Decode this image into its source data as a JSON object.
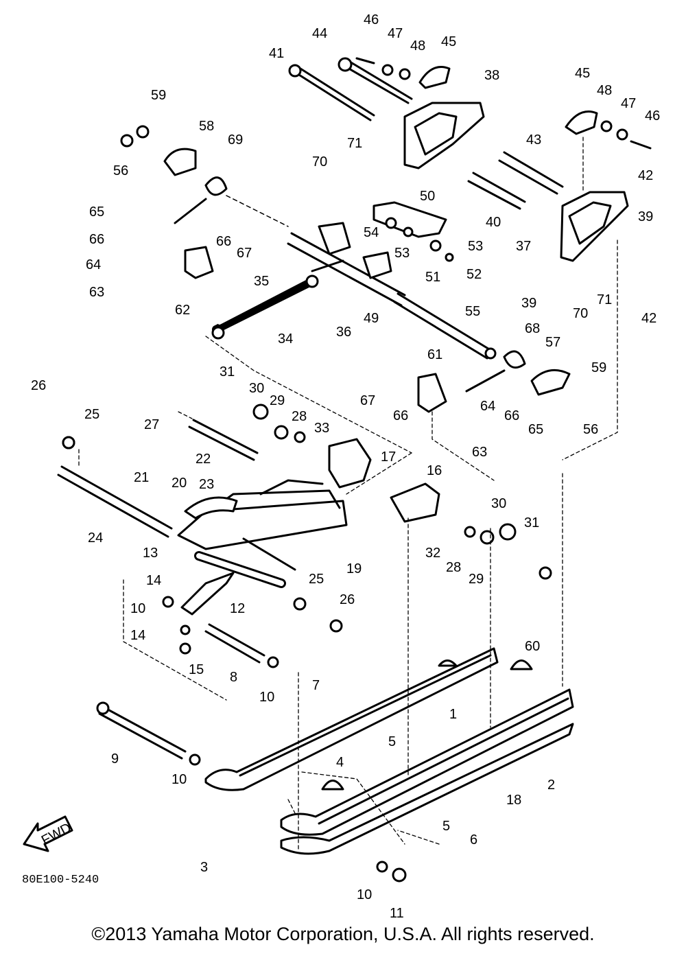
{
  "diagram": {
    "code": "80E100-5240",
    "fwd_label": "FWD",
    "callouts": [
      "46",
      "47",
      "48",
      "45",
      "44",
      "41",
      "38",
      "59",
      "58",
      "69",
      "56",
      "71",
      "70",
      "45",
      "48",
      "47",
      "46",
      "43",
      "42",
      "65",
      "66",
      "64",
      "63",
      "62",
      "66",
      "67",
      "35",
      "50",
      "54",
      "53",
      "53",
      "51",
      "52",
      "40",
      "39",
      "37",
      "36",
      "34",
      "49",
      "55",
      "71",
      "70",
      "39",
      "42",
      "68",
      "57",
      "61",
      "59",
      "67",
      "66",
      "64",
      "66",
      "65",
      "56",
      "63",
      "31",
      "30",
      "29",
      "28",
      "33",
      "17",
      "26",
      "25",
      "27",
      "22",
      "23",
      "21",
      "20",
      "24",
      "16",
      "30",
      "31",
      "32",
      "28",
      "29",
      "19",
      "13",
      "14",
      "10",
      "12",
      "25",
      "26",
      "14",
      "15",
      "8",
      "10",
      "7",
      "60",
      "9",
      "5",
      "4",
      "1",
      "2",
      "10",
      "18",
      "3",
      "5",
      "6",
      "10",
      "11"
    ]
  },
  "footer": {
    "copyright": "©2013 Yamaha Motor Corporation, U.S.A. All rights reserved."
  }
}
